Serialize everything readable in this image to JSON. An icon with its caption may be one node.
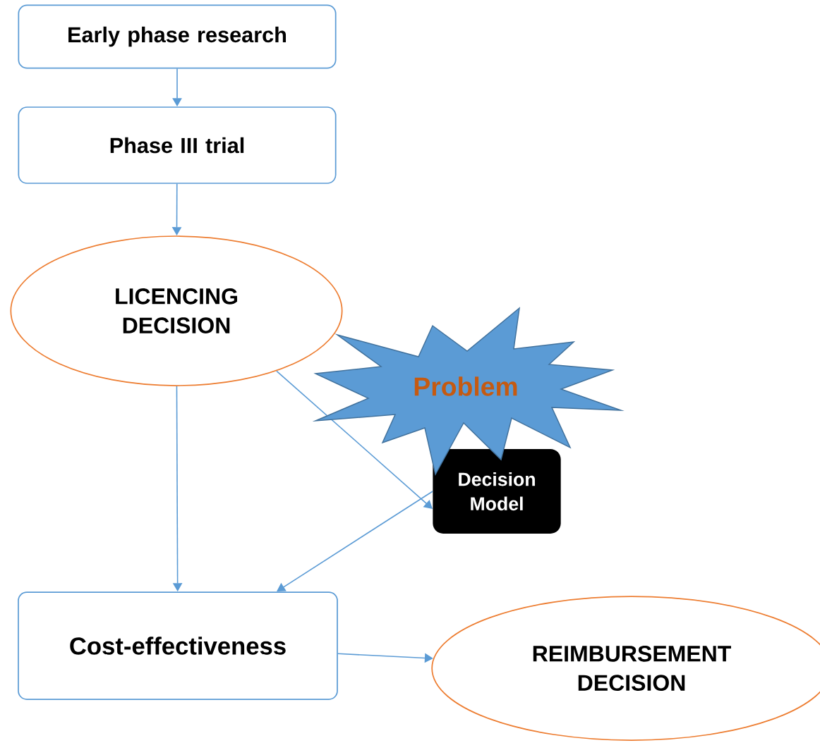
{
  "diagram": {
    "nodes": [
      {
        "text": [
          "Early phase research"
        ]
      },
      {
        "text": [
          "Phase III trial"
        ]
      },
      {
        "text": [
          "LICENCING DECISION"
        ]
      },
      {
        "text": [
          "Problem"
        ]
      },
      {
        "text": [
          "Decision Model"
        ]
      },
      {
        "text": [
          "Cost-effectiveness"
        ]
      },
      {
        "text": [
          "REIMBURSEMENT DECISION"
        ]
      }
    ],
    "edges": [
      {
        "from": 0,
        "to": 1,
        "arrow": "to"
      },
      {
        "from": 1,
        "to": 2,
        "arrow": "to"
      },
      {
        "from": 2,
        "to": 5,
        "arrow": "to"
      },
      {
        "from": 2,
        "to": 4,
        "arrow": "to"
      },
      {
        "from": 4,
        "to": 5,
        "arrow": "to"
      },
      {
        "from": 5,
        "to": 6,
        "arrow": "to"
      }
    ]
  }
}
